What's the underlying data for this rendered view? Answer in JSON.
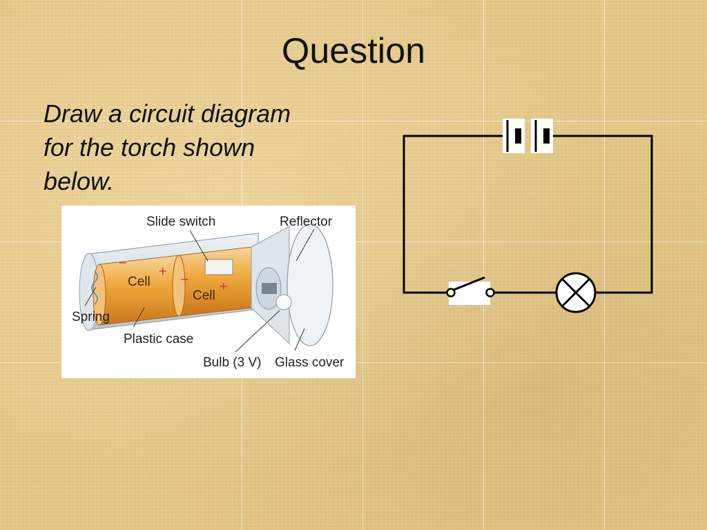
{
  "slide": {
    "title": "Question",
    "question_lines": [
      "Draw a circuit diagram",
      "for the torch shown",
      "below."
    ]
  },
  "torch_figure": {
    "labels": {
      "slide_switch": "Slide switch",
      "reflector": "Reflector",
      "cell_1": "Cell",
      "cell_2": "Cell",
      "spring": "Spring",
      "plastic_case": "Plastic case",
      "bulb": "Bulb (3 V)",
      "glass_cover": "Glass cover"
    }
  },
  "circuit": {
    "components": [
      "cell",
      "cell",
      "switch",
      "lamp"
    ]
  },
  "colors": {
    "background": "#e3c888",
    "text": "#111111",
    "wire": "#000000",
    "cell_fill": "#f0a63a"
  }
}
